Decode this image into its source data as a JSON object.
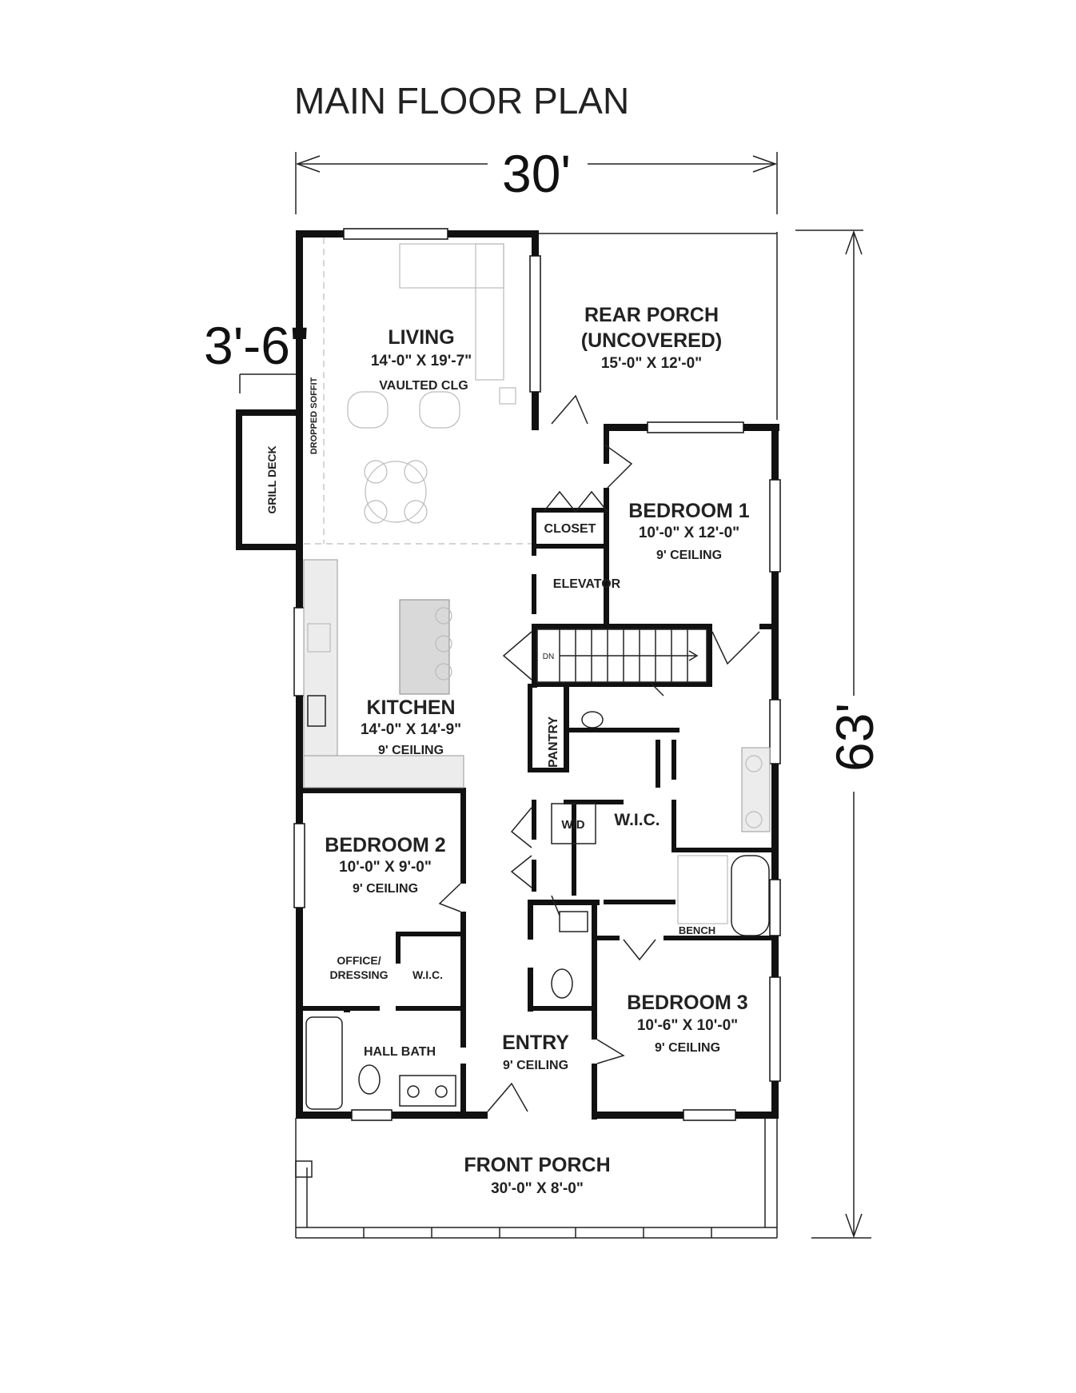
{
  "title": "MAIN FLOOR PLAN",
  "dimensions": {
    "width": "30'",
    "depth": "63'",
    "offset": "3'-6\""
  },
  "rooms": {
    "living": {
      "name": "LIVING",
      "size": "14'-0\" X 19'-7\"",
      "note": "VAULTED CLG"
    },
    "rear_porch": {
      "name": "REAR PORCH",
      "name2": "(UNCOVERED)",
      "size": "15'-0\" X 12'-0\""
    },
    "bedroom1": {
      "name": "BEDROOM 1",
      "size": "10'-0\" X 12'-0\"",
      "note": "9' CEILING"
    },
    "kitchen": {
      "name": "KITCHEN",
      "size": "14'-0\" X 14'-9\"",
      "note": "9' CEILING"
    },
    "bedroom2": {
      "name": "BEDROOM 2",
      "size": "10'-0\" X 9'-0\"",
      "note": "9' CEILING"
    },
    "bedroom3": {
      "name": "BEDROOM 3",
      "size": "10'-6\" X 10'-0\"",
      "note": "9' CEILING"
    },
    "entry": {
      "name": "ENTRY",
      "note": "9' CEILING"
    },
    "front_porch": {
      "name": "FRONT PORCH",
      "size": "30'-0\" X 8'-0\""
    }
  },
  "labels": {
    "closet": "CLOSET",
    "elevator": "ELEVATOR",
    "pantry": "PANTRY",
    "wd": "W/D",
    "wic": "W.I.C.",
    "wic_small": "W.I.C.",
    "office1": "OFFICE/",
    "office2": "DRESSING",
    "hall_bath": "HALL BATH",
    "bench": "BENCH",
    "grill_deck": "GRILL DECK",
    "dropped_soffit": "DROPPED SOFFIT",
    "stair_dn": "DN"
  }
}
